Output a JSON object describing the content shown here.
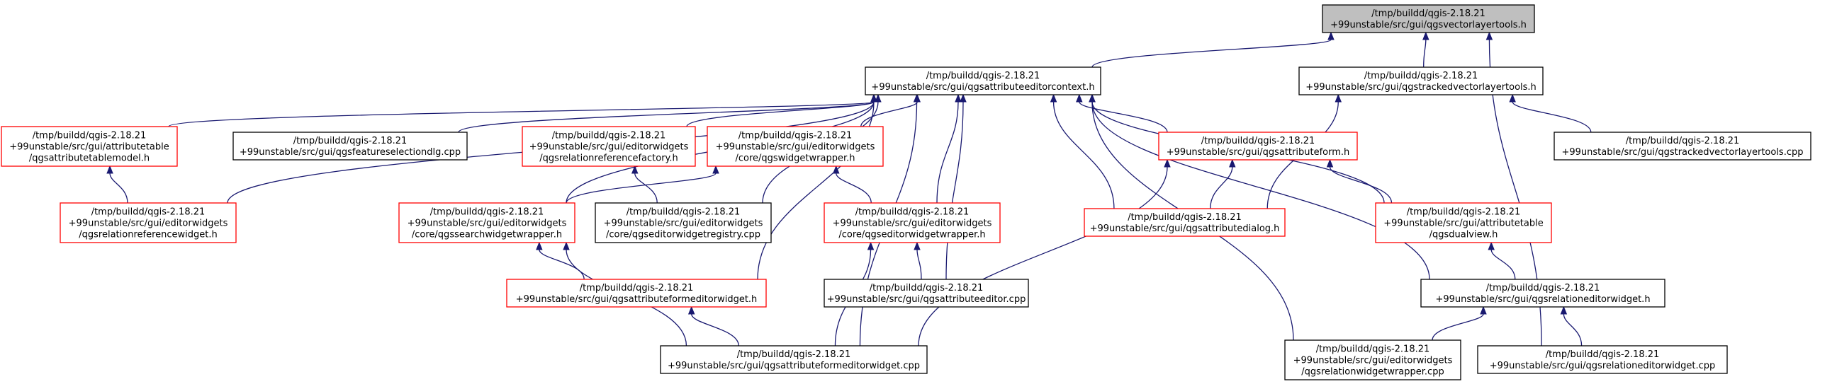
{
  "colors": {
    "edge": "#191970",
    "root_fill": "#bfbfbf",
    "incomplete_border": "#ff0000",
    "complete_border": "#000000"
  },
  "nodes": [
    {
      "id": "n_root",
      "lines": [
        "/tmp/buildd/qgis-2.18.21",
        "+99unstable/src/gui/qgsvectorlayertools.h"
      ],
      "style": "root"
    },
    {
      "id": "n_ctx",
      "lines": [
        "/tmp/buildd/qgis-2.18.21",
        "+99unstable/src/gui/qgsattributeeditorcontext.h"
      ],
      "style": "black"
    },
    {
      "id": "n_trackh",
      "lines": [
        "/tmp/buildd/qgis-2.18.21",
        "+99unstable/src/gui/qgstrackedvectorlayertools.h"
      ],
      "style": "black"
    },
    {
      "id": "n_trackcpp",
      "lines": [
        "/tmp/buildd/qgis-2.18.21",
        "+99unstable/src/gui/qgstrackedvectorlayertools.cpp"
      ],
      "style": "black"
    },
    {
      "id": "n_attrtablemodel",
      "lines": [
        "/tmp/buildd/qgis-2.18.21",
        "+99unstable/src/gui/attributetable",
        "/qgsattributetablemodel.h"
      ],
      "style": "red"
    },
    {
      "id": "n_featsel",
      "lines": [
        "/tmp/buildd/qgis-2.18.21",
        "+99unstable/src/gui/qgsfeatureselectiondlg.cpp"
      ],
      "style": "black"
    },
    {
      "id": "n_relreffactory",
      "lines": [
        "/tmp/buildd/qgis-2.18.21",
        "+99unstable/src/gui/editorwidgets",
        "/qgsrelationreferencefactory.h"
      ],
      "style": "red"
    },
    {
      "id": "n_widgetwrapper",
      "lines": [
        "/tmp/buildd/qgis-2.18.21",
        "+99unstable/src/gui/editorwidgets",
        "/core/qgswidgetwrapper.h"
      ],
      "style": "red"
    },
    {
      "id": "n_attrform",
      "lines": [
        "/tmp/buildd/qgis-2.18.21",
        "+99unstable/src/gui/qgsattributeform.h"
      ],
      "style": "red"
    },
    {
      "id": "n_relrefwidget",
      "lines": [
        "/tmp/buildd/qgis-2.18.21",
        "+99unstable/src/gui/editorwidgets",
        "/qgsrelationreferencewidget.h"
      ],
      "style": "red"
    },
    {
      "id": "n_searchww",
      "lines": [
        "/tmp/buildd/qgis-2.18.21",
        "+99unstable/src/gui/editorwidgets",
        "/core/qgssearchwidgetwrapper.h"
      ],
      "style": "red"
    },
    {
      "id": "n_ewregistry",
      "lines": [
        "/tmp/buildd/qgis-2.18.21",
        "+99unstable/src/gui/editorwidgets",
        "/core/qgseditorwidgetregistry.cpp"
      ],
      "style": "black"
    },
    {
      "id": "n_eww",
      "lines": [
        "/tmp/buildd/qgis-2.18.21",
        "+99unstable/src/gui/editorwidgets",
        "/core/qgseditorwidgetwrapper.h"
      ],
      "style": "red"
    },
    {
      "id": "n_attrdialog",
      "lines": [
        "/tmp/buildd/qgis-2.18.21",
        "+99unstable/src/gui/qgsattributedialog.h"
      ],
      "style": "red"
    },
    {
      "id": "n_dualview",
      "lines": [
        "/tmp/buildd/qgis-2.18.21",
        "+99unstable/src/gui/attributetable",
        "/qgsdualview.h"
      ],
      "style": "red"
    },
    {
      "id": "n_afewh",
      "lines": [
        "/tmp/buildd/qgis-2.18.21",
        "+99unstable/src/gui/qgsattributeformeditorwidget.h"
      ],
      "style": "red"
    },
    {
      "id": "n_attreditor",
      "lines": [
        "/tmp/buildd/qgis-2.18.21",
        "+99unstable/src/gui/qgsattributeeditor.cpp"
      ],
      "style": "black"
    },
    {
      "id": "n_relewh",
      "lines": [
        "/tmp/buildd/qgis-2.18.21",
        "+99unstable/src/gui/qgsrelationeditorwidget.h"
      ],
      "style": "black"
    },
    {
      "id": "n_afewcpp",
      "lines": [
        "/tmp/buildd/qgis-2.18.21",
        "+99unstable/src/gui/qgsattributeformeditorwidget.cpp"
      ],
      "style": "black"
    },
    {
      "id": "n_relww",
      "lines": [
        "/tmp/buildd/qgis-2.18.21",
        "+99unstable/src/gui/editorwidgets",
        "/qgsrelationwidgetwrapper.cpp"
      ],
      "style": "black"
    },
    {
      "id": "n_relewcpp",
      "lines": [
        "/tmp/buildd/qgis-2.18.21",
        "+99unstable/src/gui/qgsrelationeditorwidget.cpp"
      ],
      "style": "black"
    }
  ],
  "edges": [
    [
      "n_ctx",
      "n_root"
    ],
    [
      "n_trackh",
      "n_root"
    ],
    [
      "n_relewcpp",
      "n_root"
    ],
    [
      "n_trackcpp",
      "n_trackh"
    ],
    [
      "n_attrdialog",
      "n_trackh"
    ],
    [
      "n_attrtablemodel",
      "n_ctx"
    ],
    [
      "n_featsel",
      "n_ctx"
    ],
    [
      "n_relreffactory",
      "n_ctx"
    ],
    [
      "n_widgetwrapper",
      "n_ctx"
    ],
    [
      "n_attrform",
      "n_ctx"
    ],
    [
      "n_relrefwidget",
      "n_ctx"
    ],
    [
      "n_searchww",
      "n_ctx"
    ],
    [
      "n_ewregistry",
      "n_ctx"
    ],
    [
      "n_eww",
      "n_ctx"
    ],
    [
      "n_attrdialog",
      "n_ctx"
    ],
    [
      "n_dualview",
      "n_ctx"
    ],
    [
      "n_afewh",
      "n_ctx"
    ],
    [
      "n_attreditor",
      "n_ctx"
    ],
    [
      "n_relewh",
      "n_ctx"
    ],
    [
      "n_afewcpp",
      "n_ctx"
    ],
    [
      "n_relww",
      "n_ctx"
    ],
    [
      "n_relrefwidget",
      "n_attrtablemodel"
    ],
    [
      "n_ewregistry",
      "n_relreffactory"
    ],
    [
      "n_searchww",
      "n_widgetwrapper"
    ],
    [
      "n_eww",
      "n_widgetwrapper"
    ],
    [
      "n_attrdialog",
      "n_attrform"
    ],
    [
      "n_dualview",
      "n_attrform"
    ],
    [
      "n_afewcpp",
      "n_attrform"
    ],
    [
      "n_afewh",
      "n_searchww"
    ],
    [
      "n_afewcpp",
      "n_searchww"
    ],
    [
      "n_attreditor",
      "n_eww"
    ],
    [
      "n_afewcpp",
      "n_eww"
    ],
    [
      "n_relewh",
      "n_dualview"
    ],
    [
      "n_afewcpp",
      "n_afewh"
    ],
    [
      "n_relww",
      "n_relewh"
    ],
    [
      "n_relewcpp",
      "n_relewh"
    ]
  ]
}
